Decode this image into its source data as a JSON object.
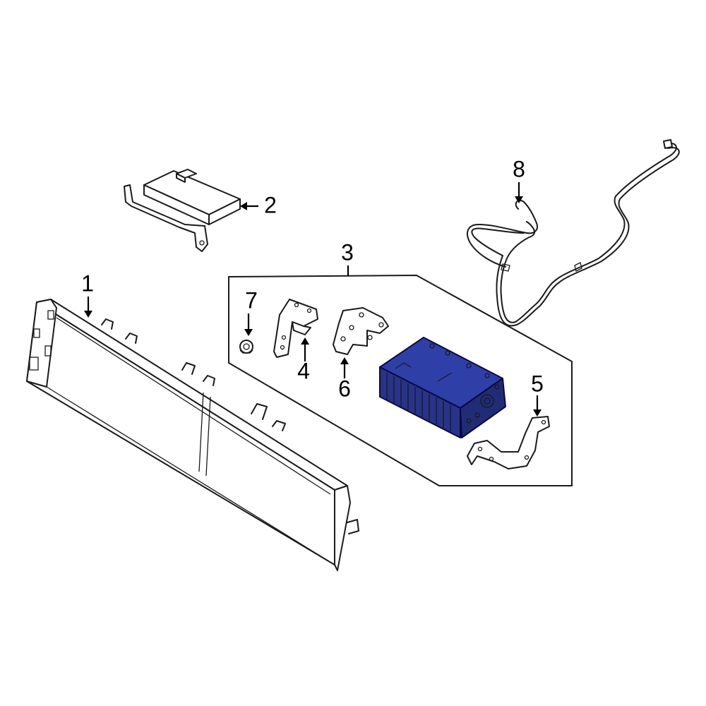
{
  "diagram": {
    "highlight_color": "#2f3fa8",
    "parts": [
      {
        "label": "1",
        "name": "display-panel"
      },
      {
        "label": "2",
        "name": "control-module"
      },
      {
        "label": "3",
        "name": "radio-receiver-assembly"
      },
      {
        "label": "4",
        "name": "bracket-left"
      },
      {
        "label": "5",
        "name": "bracket-rear"
      },
      {
        "label": "6",
        "name": "bracket-center"
      },
      {
        "label": "7",
        "name": "nut"
      },
      {
        "label": "8",
        "name": "wire-harness"
      }
    ]
  }
}
